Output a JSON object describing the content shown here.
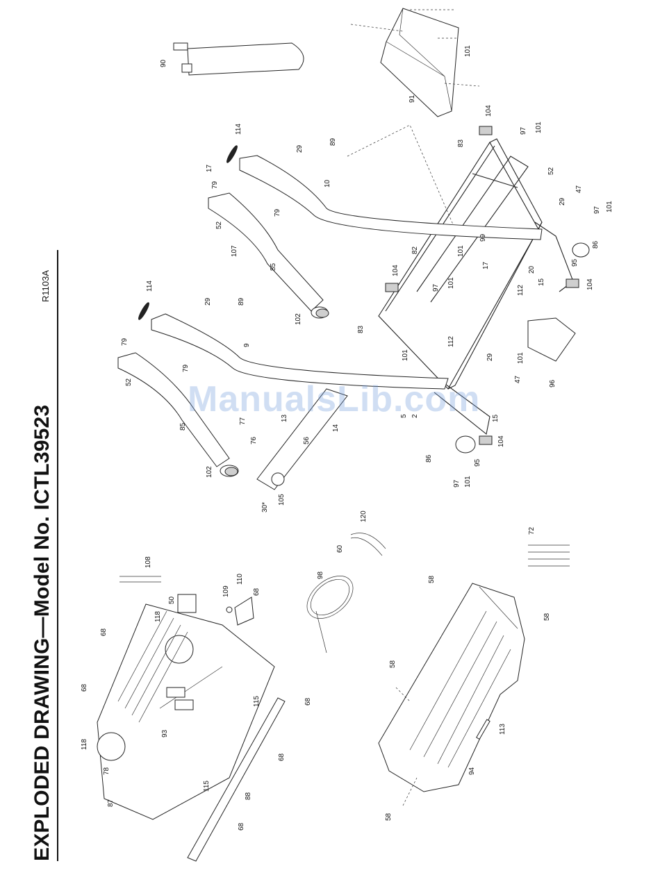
{
  "document": {
    "title": "EXPLODED DRAWING—Model No. ICTL39523",
    "code": "R1103A",
    "watermark": "ManualsLib.com"
  },
  "callouts": [
    {
      "id": "c1",
      "text": "90"
    },
    {
      "id": "c2",
      "text": "91"
    },
    {
      "id": "c3",
      "text": "101"
    },
    {
      "id": "c4",
      "text": "104"
    },
    {
      "id": "c5",
      "text": "97"
    },
    {
      "id": "c6",
      "text": "101"
    },
    {
      "id": "c7",
      "text": "83"
    },
    {
      "id": "c8",
      "text": "114"
    },
    {
      "id": "c9",
      "text": "89"
    },
    {
      "id": "c10",
      "text": "29"
    },
    {
      "id": "c11",
      "text": "17"
    },
    {
      "id": "c12",
      "text": "10"
    },
    {
      "id": "c13",
      "text": "79"
    },
    {
      "id": "c14",
      "text": "52"
    },
    {
      "id": "c15",
      "text": "79"
    },
    {
      "id": "c16",
      "text": "107"
    },
    {
      "id": "c17",
      "text": "85"
    },
    {
      "id": "c18",
      "text": "102"
    },
    {
      "id": "c19",
      "text": "52"
    },
    {
      "id": "c20",
      "text": "47"
    },
    {
      "id": "c21",
      "text": "29"
    },
    {
      "id": "c22",
      "text": "97"
    },
    {
      "id": "c23",
      "text": "101"
    },
    {
      "id": "c24",
      "text": "86"
    },
    {
      "id": "c25",
      "text": "95"
    },
    {
      "id": "c26",
      "text": "99"
    },
    {
      "id": "c27",
      "text": "82"
    },
    {
      "id": "c28",
      "text": "101"
    },
    {
      "id": "c29",
      "text": "17"
    },
    {
      "id": "c30",
      "text": "20"
    },
    {
      "id": "c31",
      "text": "112"
    },
    {
      "id": "c32",
      "text": "15"
    },
    {
      "id": "c33",
      "text": "104"
    },
    {
      "id": "c34",
      "text": "104"
    },
    {
      "id": "c35",
      "text": "97"
    },
    {
      "id": "c36",
      "text": "101"
    },
    {
      "id": "c37",
      "text": "114"
    },
    {
      "id": "c38",
      "text": "29"
    },
    {
      "id": "c39",
      "text": "89"
    },
    {
      "id": "c40",
      "text": "83"
    },
    {
      "id": "c41",
      "text": "79"
    },
    {
      "id": "c42",
      "text": "9"
    },
    {
      "id": "c43",
      "text": "52"
    },
    {
      "id": "c44",
      "text": "79"
    },
    {
      "id": "c45",
      "text": "112"
    },
    {
      "id": "c46",
      "text": "101"
    },
    {
      "id": "c47",
      "text": "101"
    },
    {
      "id": "c48",
      "text": "96"
    },
    {
      "id": "c49",
      "text": "29"
    },
    {
      "id": "c50",
      "text": "47"
    },
    {
      "id": "c51",
      "text": "77"
    },
    {
      "id": "c52",
      "text": "13"
    },
    {
      "id": "c53",
      "text": "76"
    },
    {
      "id": "c54",
      "text": "56"
    },
    {
      "id": "c55",
      "text": "14"
    },
    {
      "id": "c56",
      "text": "85"
    },
    {
      "id": "c57",
      "text": "5"
    },
    {
      "id": "c58",
      "text": "2"
    },
    {
      "id": "c59",
      "text": "15"
    },
    {
      "id": "c60",
      "text": "104"
    },
    {
      "id": "c61",
      "text": "86"
    },
    {
      "id": "c62",
      "text": "95"
    },
    {
      "id": "c63",
      "text": "97"
    },
    {
      "id": "c64",
      "text": "101"
    },
    {
      "id": "c65",
      "text": "102"
    },
    {
      "id": "c66",
      "text": "30*"
    },
    {
      "id": "c67",
      "text": "105"
    },
    {
      "id": "c68",
      "text": "120"
    },
    {
      "id": "c69",
      "text": "60"
    },
    {
      "id": "c70",
      "text": "98"
    },
    {
      "id": "c71",
      "text": "72"
    },
    {
      "id": "c72",
      "text": "108"
    },
    {
      "id": "c73",
      "text": "110"
    },
    {
      "id": "c74",
      "text": "109"
    },
    {
      "id": "c75",
      "text": "68"
    },
    {
      "id": "c76",
      "text": "50"
    },
    {
      "id": "c77",
      "text": "118"
    },
    {
      "id": "c78",
      "text": "68"
    },
    {
      "id": "c79",
      "text": "68"
    },
    {
      "id": "c80",
      "text": "118"
    },
    {
      "id": "c81",
      "text": "93"
    },
    {
      "id": "c82",
      "text": "78"
    },
    {
      "id": "c83",
      "text": "87"
    },
    {
      "id": "c84",
      "text": "115"
    },
    {
      "id": "c85",
      "text": "115"
    },
    {
      "id": "c86",
      "text": "68"
    },
    {
      "id": "c87",
      "text": "68"
    },
    {
      "id": "c88",
      "text": "88"
    },
    {
      "id": "c89",
      "text": "68"
    },
    {
      "id": "c90",
      "text": "58"
    },
    {
      "id": "c91",
      "text": "58"
    },
    {
      "id": "c92",
      "text": "58"
    },
    {
      "id": "c93",
      "text": "113"
    },
    {
      "id": "c94",
      "text": "94"
    },
    {
      "id": "c95",
      "text": "58"
    }
  ]
}
